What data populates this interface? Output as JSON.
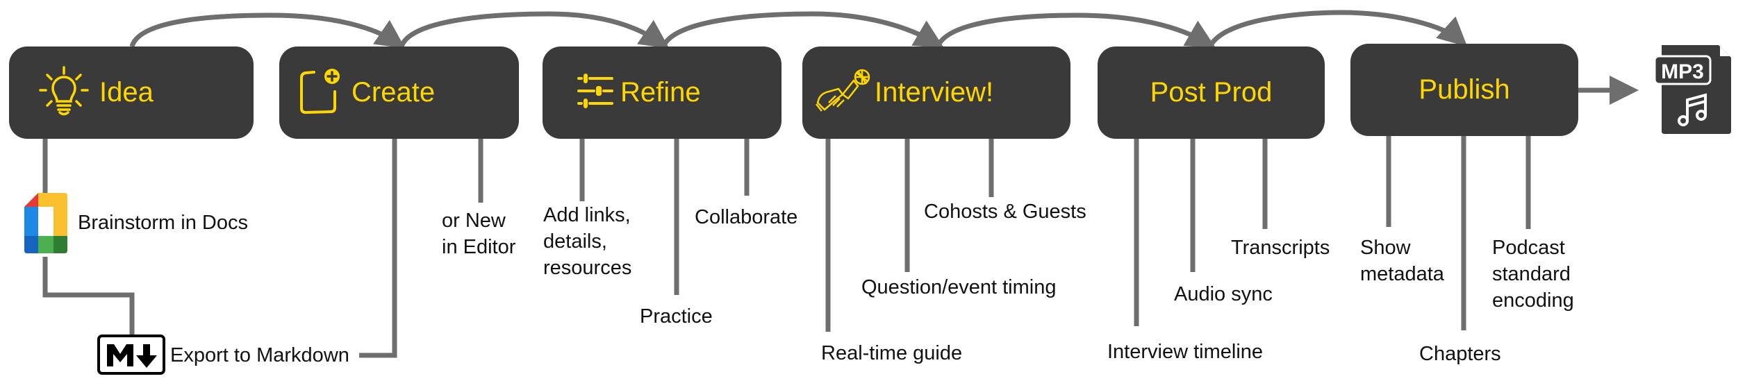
{
  "colors": {
    "stage_fill": "#3a3a3a",
    "stage_text": "#ffd700",
    "connector": "#6e6e6e",
    "note_text": "#111111"
  },
  "stages": [
    {
      "id": "idea",
      "label": "Idea",
      "icon": "lightbulb-icon"
    },
    {
      "id": "create",
      "label": "Create",
      "icon": "new-document-icon"
    },
    {
      "id": "refine",
      "label": "Refine",
      "icon": "sliders-icon"
    },
    {
      "id": "interview",
      "label": "Interview!",
      "icon": "handshake-microphone-icon"
    },
    {
      "id": "postprod",
      "label": "Post Prod",
      "icon": ""
    },
    {
      "id": "publish",
      "label": "Publish",
      "icon": ""
    }
  ],
  "output": {
    "label": "MP3",
    "icon": "mp3-file-icon"
  },
  "notes": {
    "idea": {
      "brainstorm": "Brainstorm in Docs",
      "brainstorm_icon": "google-docs-icon",
      "export": "Export to Markdown",
      "export_icon": "markdown-icon"
    },
    "create": {
      "new_editor": "or New\nin Editor"
    },
    "refine": {
      "add_links": "Add links,\ndetails,\nresources",
      "practice": "Practice",
      "collaborate": "Collaborate"
    },
    "interview": {
      "realtime": "Real-time guide",
      "timing": "Question/event timing",
      "cohosts": "Cohosts & Guests"
    },
    "postprod": {
      "timeline": "Interview timeline",
      "audio_sync": "Audio sync",
      "transcripts": "Transcripts"
    },
    "publish": {
      "show_metadata": "Show\nmetadata",
      "chapters": "Chapters",
      "encoding": "Podcast\nstandard\nencoding"
    }
  }
}
